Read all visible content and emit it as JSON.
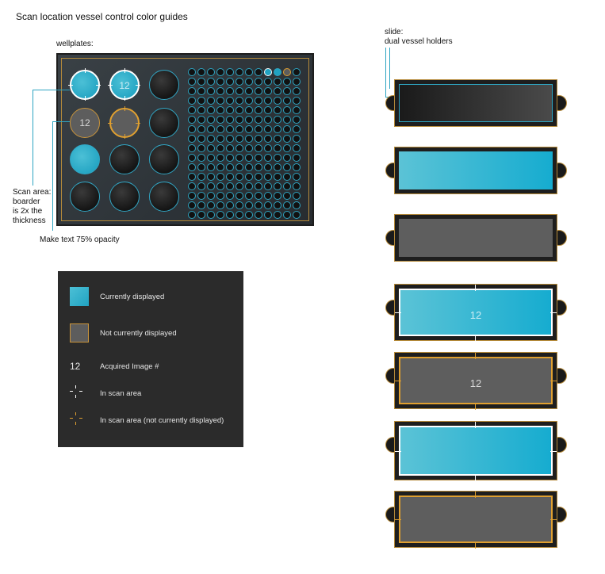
{
  "page_title": "Scan location vessel control color guides",
  "wellplates": {
    "label": "wellplates:",
    "well_number_a": "12",
    "well_number_b": "12"
  },
  "annotations": {
    "scan_area": "Scan area:\nboarder\nis 2x the\nthickness",
    "opacity_note": "Make text 75% opacity"
  },
  "slide": {
    "label": "slide:\ndual vessel holders",
    "number_a": "12",
    "number_b": "12"
  },
  "legend": {
    "items": [
      {
        "label": "Currently displayed"
      },
      {
        "label": "Not currently displayed"
      },
      {
        "label": "Acquired Image #",
        "symbol": "12"
      },
      {
        "label": "In scan area"
      },
      {
        "label": "In scan area (not currently displayed)"
      }
    ]
  },
  "colors": {
    "accent_blue": "#21a3c2",
    "accent_orange": "#e0a030",
    "legend_bg": "#2b2b2b",
    "not_displayed_gray": "#5d5d5d"
  }
}
